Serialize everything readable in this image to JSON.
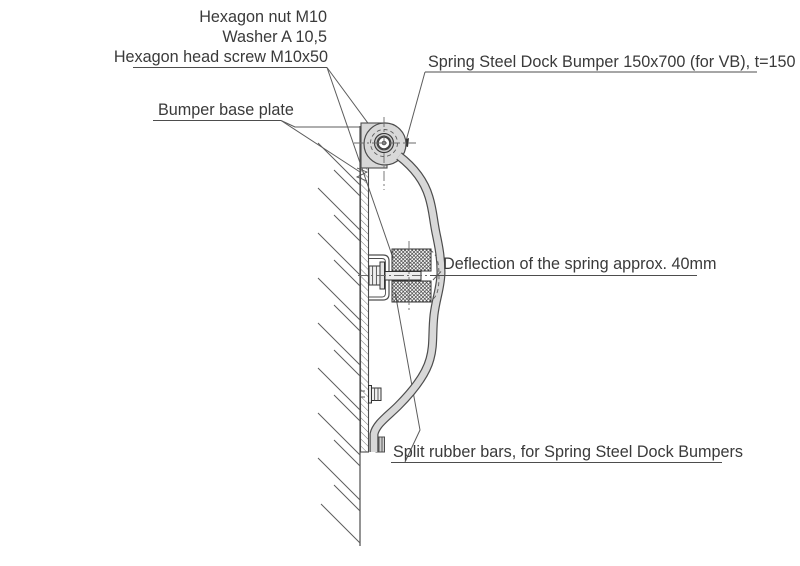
{
  "diagram": {
    "type": "technical-section-drawing",
    "labels": {
      "hexagon_nut": "Hexagon nut M10",
      "washer": "Washer A 10,5",
      "hexagon_head_screw": "Hexagon head screw M10x50",
      "bumper_base_plate": "Bumper base plate",
      "spring_steel_dock_bumper": "Spring Steel Dock Bumper 150x700 (for VB), t=150",
      "deflection": "Deflection of the spring approx. 40mm",
      "split_rubber_bars": "Split rubber bars, for Spring Steel Dock Bumpers"
    },
    "colors": {
      "background": "#ffffff",
      "line": "#4d4d4d",
      "text": "#3a3a3a",
      "steel_fill": "#d8d8d8",
      "washer_fill": "#c9c9c9"
    }
  }
}
